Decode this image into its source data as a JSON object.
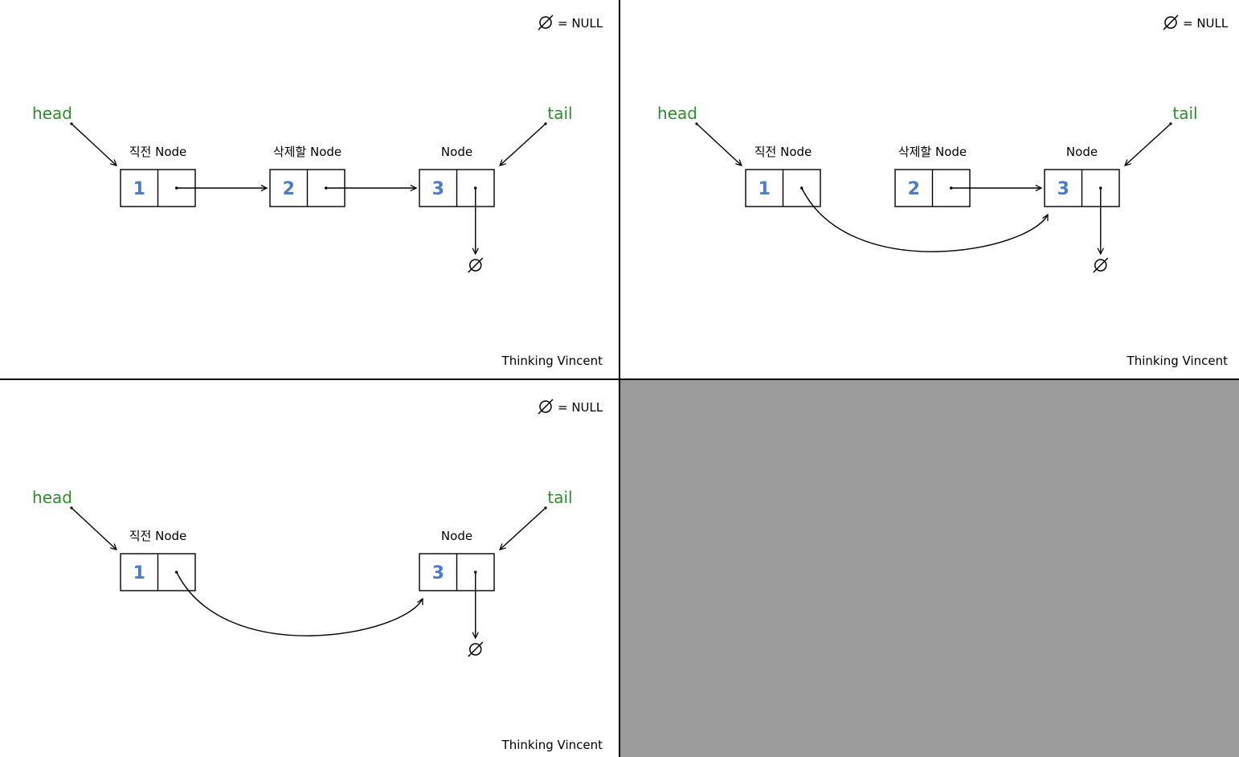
{
  "colors": {
    "background": "#ffffff",
    "divider": "#000000",
    "empty_panel": "#9b9b9b",
    "pointer_label": "#2e8b2e",
    "node_value": "#4a7cc8",
    "line": "#000000"
  },
  "legend": {
    "symbol": "∅",
    "text": "= NULL"
  },
  "credit": "Thinking Vincent",
  "null_symbol": "∅",
  "pointers": {
    "head": "head",
    "tail": "tail"
  },
  "panels": [
    {
      "id": "step-1",
      "nodes": [
        {
          "label": "직전 Node",
          "value": "1"
        },
        {
          "label": "삭제할 Node",
          "value": "2"
        },
        {
          "label": "Node",
          "value": "3"
        }
      ],
      "links": [
        {
          "from": "1",
          "to": "2",
          "style": "straight"
        },
        {
          "from": "2",
          "to": "3",
          "style": "straight"
        },
        {
          "from": "3",
          "to": "NULL",
          "style": "down"
        }
      ]
    },
    {
      "id": "step-2",
      "nodes": [
        {
          "label": "직전 Node",
          "value": "1"
        },
        {
          "label": "삭제할 Node",
          "value": "2"
        },
        {
          "label": "Node",
          "value": "3"
        }
      ],
      "links": [
        {
          "from": "1",
          "to": "3",
          "style": "curve"
        },
        {
          "from": "2",
          "to": "3",
          "style": "straight"
        },
        {
          "from": "3",
          "to": "NULL",
          "style": "down"
        }
      ]
    },
    {
      "id": "step-3",
      "nodes": [
        {
          "label": "직전 Node",
          "value": "1"
        },
        {
          "label": "Node",
          "value": "3"
        }
      ],
      "links": [
        {
          "from": "1",
          "to": "3",
          "style": "curve"
        },
        {
          "from": "3",
          "to": "NULL",
          "style": "down"
        }
      ]
    },
    {
      "id": "empty",
      "empty": true
    }
  ]
}
